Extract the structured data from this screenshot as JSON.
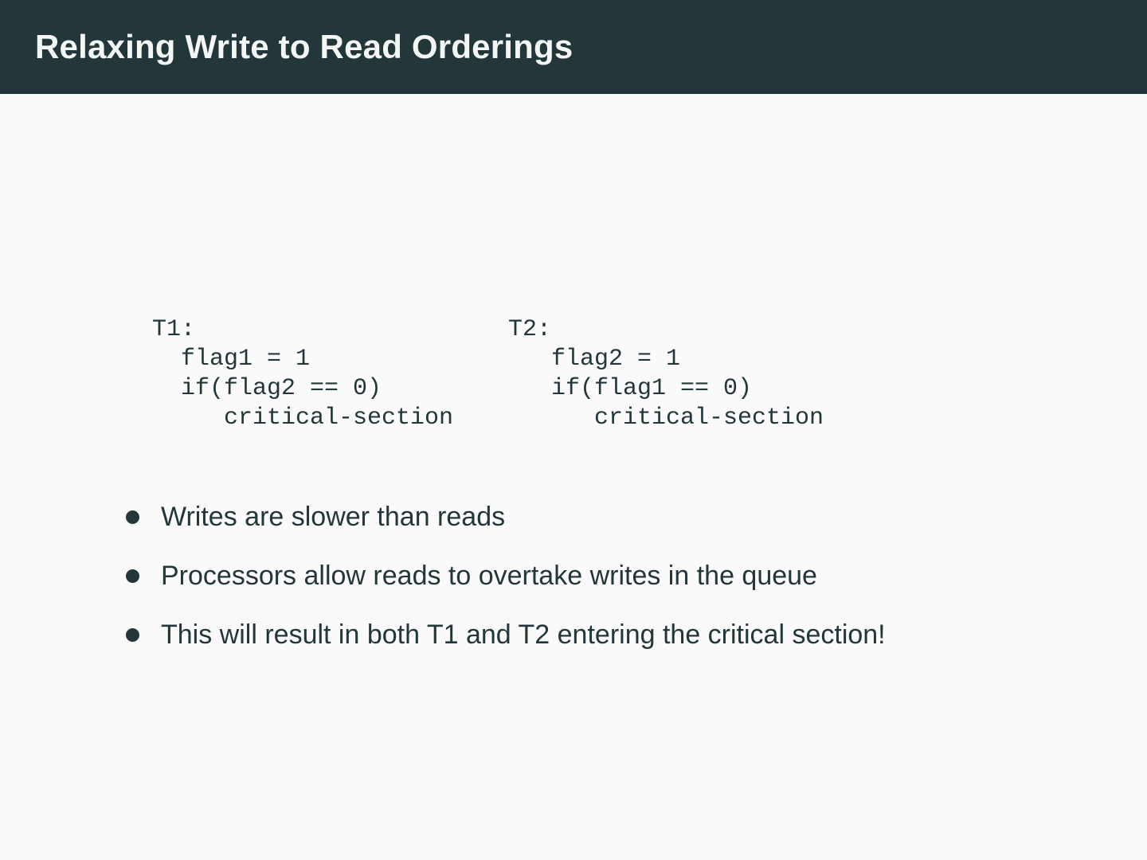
{
  "slide": {
    "header": {
      "title": "Relaxing Write to Read Orderings"
    },
    "code_blocks": [
      {
        "label": "T1",
        "code": "T1:\n  flag1 = 1\n  if(flag2 == 0)\n     critical-section"
      },
      {
        "label": "T2",
        "code": "T2:\n   flag2 = 1\n   if(flag1 == 0)\n      critical-section"
      }
    ],
    "bullets": [
      {
        "text": "Writes are slower than reads"
      },
      {
        "text": "Processors allow reads to overtake writes in the queue"
      },
      {
        "text": "This will result in both T1 and T2 entering the critical section!"
      }
    ],
    "colors": {
      "header_bg": "#23373b",
      "body_bg": "#fafafa",
      "text": "#23373b",
      "title_text": "#f4f6f6"
    }
  }
}
